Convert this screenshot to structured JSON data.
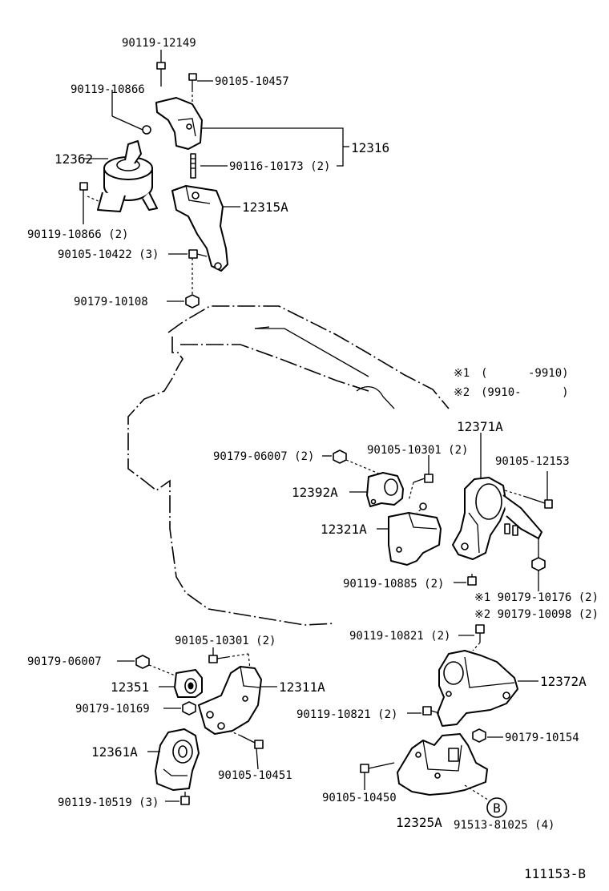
{
  "diagram_id": "111153-B",
  "legend": {
    "note1_marker": "※1",
    "note1_range": "(      -9910)",
    "note2_marker": "※2",
    "note2_range": "(9910-      )"
  },
  "callout_B": "B",
  "labels": {
    "p90119_12149": "90119-12149",
    "p90105_10457": "90105-10457",
    "p90119_10866_top": "90119-10866",
    "p12316": "12316",
    "p12362": "12362",
    "p90116_10173": "90116-10173 (2)",
    "p12315A": "12315A",
    "p90119_10866_2": "90119-10866 (2)",
    "p90105_10422": "90105-10422 (3)",
    "p90179_10108": "90179-10108",
    "p12371A": "12371A",
    "p90179_06007_2": "90179-06007 (2)",
    "p90105_10301_2a": "90105-10301 (2)",
    "p90105_12153": "90105-12153",
    "p12392A": "12392A",
    "p12321A": "12321A",
    "p90119_10885": "90119-10885 (2)",
    "p90179_10176": "※1 90179-10176 (2)",
    "p90179_10098": "※2 90179-10098 (2)",
    "p90119_10821_top": "90119-10821 (2)",
    "p90105_10301_2b": "90105-10301 (2)",
    "p90179_06007": "90179-06007",
    "p12351": "12351",
    "p12311A": "12311A",
    "p12372A": "12372A",
    "p90179_10169": "90179-10169",
    "p90119_10821_mid": "90119-10821 (2)",
    "p12361A": "12361A",
    "p90179_10154": "90179-10154",
    "p90105_10451": "90105-10451",
    "p90105_10450": "90105-10450",
    "p90119_10519": "90119-10519 (3)",
    "p12325A": "12325A",
    "p91513_81025": "91513-81025 (4)"
  }
}
